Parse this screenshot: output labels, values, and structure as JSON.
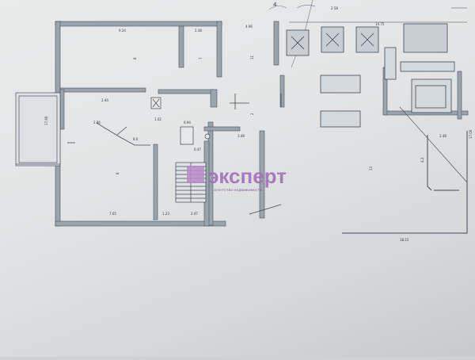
{
  "header": {
    "corner_note": "4"
  },
  "dimensions": {
    "top_left": "9.24",
    "top_mid": "2.38",
    "top_right1": "4.96",
    "top_right2": "14.75",
    "top_right3": "2.58",
    "left_room": "2.44",
    "door_w": "1.02",
    "small_w": "6.94",
    "inner": "8.6",
    "inner2": "6.47",
    "bottom_left": "7.65",
    "bottom_mid": "1.23",
    "bottom_r": "2.47",
    "right_mid": "3.48",
    "right_mid2": "2.48",
    "bottom_right": "18.15",
    "small_a": "2.86",
    "side_left": "17.60",
    "side_right": "17.00",
    "c1": "4.2"
  },
  "rooms": {
    "r1": "8",
    "r2": "7",
    "r3": "8",
    "r4": "11",
    "r5": "13",
    "r6": "2"
  },
  "watermark": {
    "brand": "эксперт",
    "sub": "агентство недвижимости"
  }
}
